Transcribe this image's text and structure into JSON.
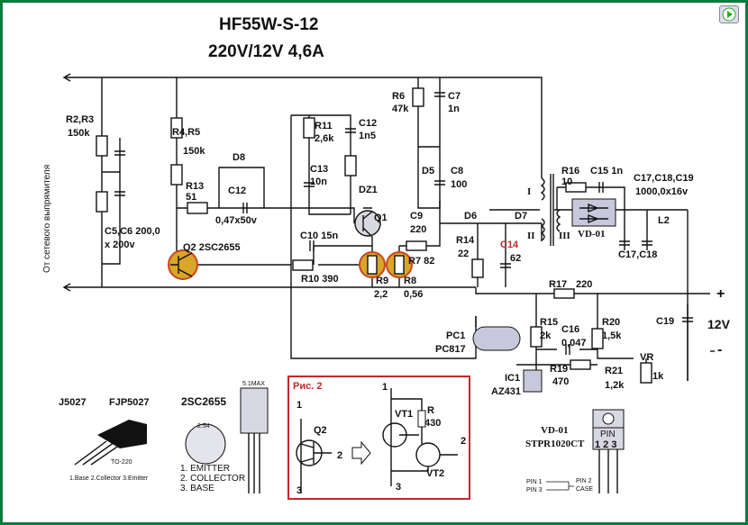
{
  "title": {
    "line1": "HF55W-S-12",
    "line2": "220V/12V 4,6A"
  },
  "input_label": "От сетевого выпрямителя",
  "labels": {
    "r2r3": "R2,R3",
    "r2r3_val": "150k",
    "c5c6": "C5,C6 200,0",
    "c5c6_val": "x 200v",
    "r4r5": "R4,R5",
    "r4r5_val": "150k",
    "d8": "D8",
    "r13": "R13",
    "r13_val": "51",
    "c12a": "C12",
    "c12a_val": "0,47x50v",
    "q2": "Q2 2SC2655",
    "r10": "R10 390",
    "c10": "C10 15n",
    "r11": "R11",
    "r11_val": "2,6k",
    "c12b": "C12",
    "c12b_val": "1n5",
    "c13": "C13",
    "c13_val": "10n",
    "dz1": "DZ1",
    "q1": "Q1",
    "r9": "R9",
    "r9_val": "2,2",
    "r8": "R8",
    "r8_val": "0,56",
    "r7": "R7 82",
    "r6": "R6",
    "r6_val": "47k",
    "c7": "C7",
    "c7_val": "1n",
    "d5": "D5",
    "c8": "C8",
    "c8_val": "100",
    "c9": "C9",
    "c9_val": "220",
    "d6": "D6",
    "d7": "D7",
    "r14": "R14",
    "r14_val": "22",
    "c14": "C14",
    "c14_val": "62",
    "w1": "I",
    "w2": "II",
    "w3": "III",
    "r16": "R16",
    "r16_val": "10",
    "c15": "C15 1n",
    "c17_19": "C17,C18,C19",
    "c17_19_val": "1000,0x16v",
    "vd01": "VD-01",
    "l2": "L2",
    "c17c18": "C17,C18",
    "r17": "R17",
    "r17_val": "220",
    "c19": "C19",
    "out_v": "12V",
    "plus": "+",
    "minus": "-",
    "pc1": "PC1",
    "pc1_val": "PC817",
    "r15": "R15",
    "r15_val": "2k",
    "c16": "C16",
    "c16_val": "0,047",
    "r20": "R20",
    "r20_val": "1,5k",
    "r19": "R19",
    "r19_val": "470",
    "r21": "R21",
    "r21_val": "1,2k",
    "vr": "VR",
    "vr_val": "1k",
    "ic1": "IC1",
    "ic1_val": "AZ431"
  },
  "packages": {
    "j5027": "J5027",
    "fjp5027": "FJP5027",
    "to220": "TO-220",
    "to220_pins": "1.Base   2.Collector   3.Emitter",
    "sc2655": "2SC2655",
    "pitch": "2.54",
    "pin1": "1.   EMITTER",
    "pin2": "2.   COLLECTOR",
    "pin3": "3.   BASE",
    "maxw": "5.1MAX",
    "vd01": "VD-01",
    "stpr": "STPR1020CT",
    "pin": "PIN",
    "pin_nums": "1 2 3",
    "pin1_lbl": "PIN 1",
    "pin3_lbl": "PIN 3",
    "pin2_lbl": "PIN 2",
    "case_lbl": "CASE"
  },
  "fig2": {
    "title": "Рис. 2",
    "n1": "1",
    "n2": "2",
    "n3": "3",
    "q2": "Q2",
    "vt1": "VT1",
    "vt2": "VT2",
    "r": "R",
    "r_val": "430",
    "m1": "1",
    "m2": "2",
    "m3": "3"
  },
  "colors": {
    "frame": "#0b7a3e",
    "highlight": "#d9a62a",
    "fig_border": "#c0282d"
  }
}
